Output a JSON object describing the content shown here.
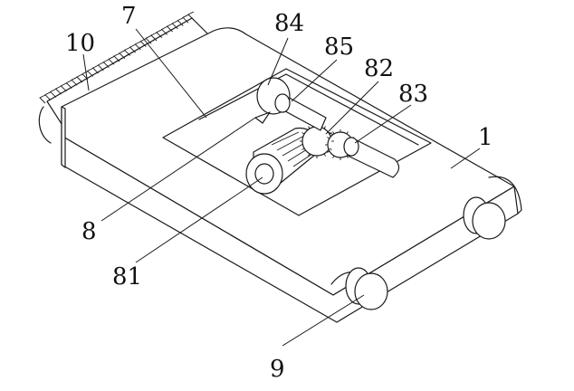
{
  "callouts": {
    "c1": "1",
    "c7": "7",
    "c8": "8",
    "c9": "9",
    "c10": "10",
    "c81": "81",
    "c82": "82",
    "c83": "83",
    "c84": "84",
    "c85": "85"
  }
}
